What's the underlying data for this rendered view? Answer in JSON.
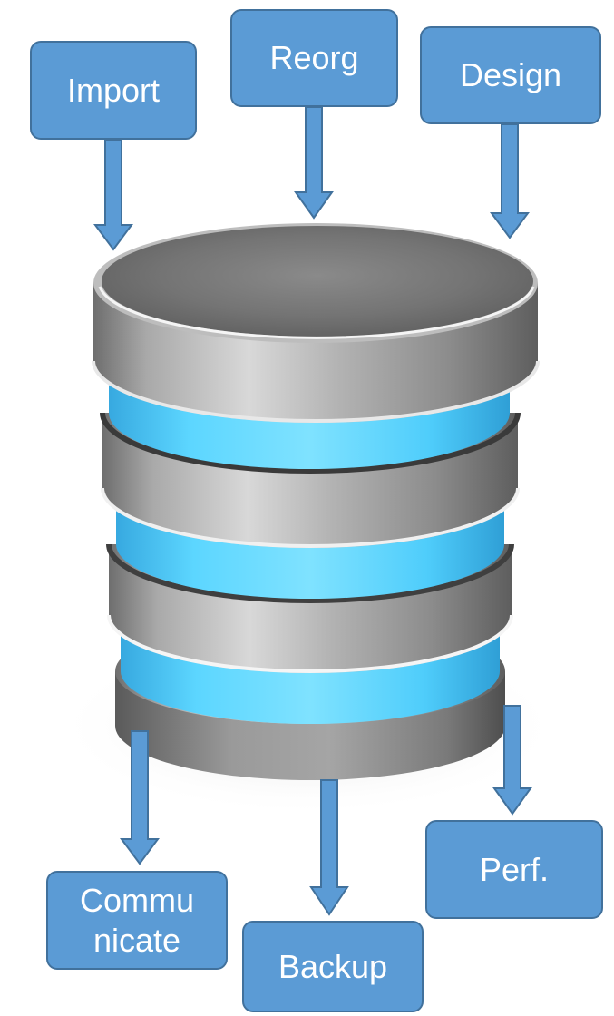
{
  "diagram": {
    "center": "database-cylinder",
    "accent_color": "#5b9bd5",
    "box_border_color": "#41719c",
    "arrow_color": "#5b9bd5",
    "glow_color": "#4fd2ff",
    "labels": {
      "import": "Import",
      "reorg": "Reorg",
      "design": "Design",
      "communicate_line1": "Commu",
      "communicate_line2": "nicate",
      "backup": "Backup",
      "perf": "Perf."
    }
  }
}
